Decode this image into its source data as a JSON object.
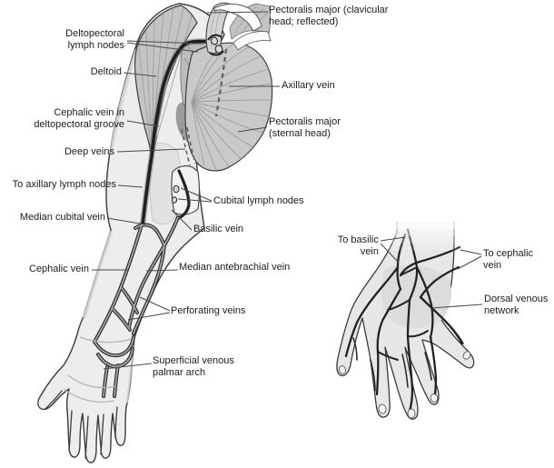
{
  "labels": {
    "pectoralis_clavicular": "Pectoralis major (clavicular\nhead; reflected)",
    "deltopectoral_lymph_nodes": "Deltopectoral\nlymph nodes",
    "deltoid": "Deltoid",
    "axillary_vein": "Axillary vein",
    "cephalic_vein_groove": "Cephalic vein in\ndeltopectoral groove",
    "pectoralis_sternal": "Pectoralis major\n(sternal head)",
    "deep_veins": "Deep veins",
    "to_axillary_lymph_nodes": "To axillary lymph nodes",
    "cubital_lymph_nodes": "Cubital lymph nodes",
    "median_cubital_vein": "Median cubital vein",
    "basilic_vein": "Basilic vein",
    "cephalic_vein": "Cephalic vein",
    "median_antebrachial_vein": "Median antebrachial vein",
    "perforating_veins": "Perforating veins",
    "superficial_venous_palmar_arch": "Superficial venous\npalmar arch",
    "to_basilic_vein": "To basilic\nvein",
    "to_cephalic_vein": "To cephalic\nvein",
    "dorsal_venous_network": "Dorsal venous\nnetwork"
  },
  "colors": {
    "background": "#ffffff",
    "outline": "#3b3b3b",
    "skin": "#ededed",
    "muscle": "#c6c6c6",
    "vein_dark": "#1f1f1f",
    "vein_highlight": "#a6a6a6",
    "label_text": "#1c1c1c",
    "leader_line": "#4a4a4a"
  }
}
